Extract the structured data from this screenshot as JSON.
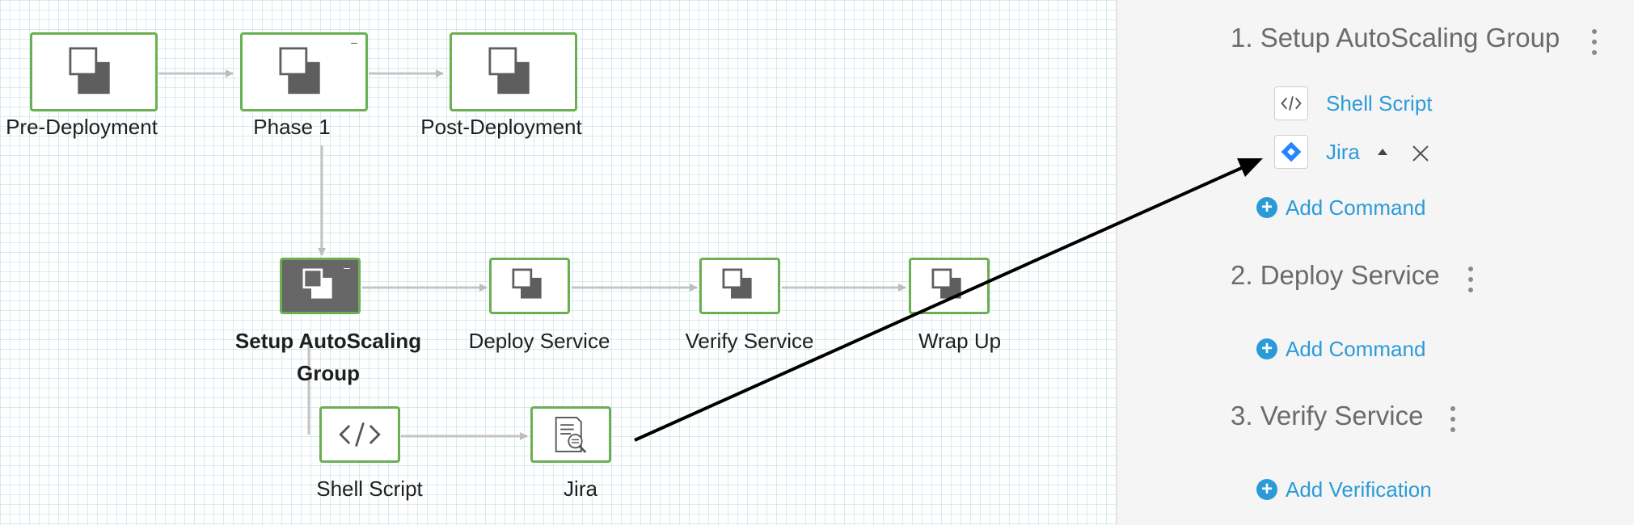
{
  "workflow": {
    "top_row": [
      {
        "label": "Pre-Deployment"
      },
      {
        "label": "Phase 1"
      },
      {
        "label": "Post-Deployment"
      }
    ],
    "steps_row": [
      {
        "label": "Setup AutoScaling Group"
      },
      {
        "label": "Deploy Service"
      },
      {
        "label": "Verify Service"
      },
      {
        "label": "Wrap Up"
      }
    ],
    "commands_row": [
      {
        "label": "Shell Script",
        "icon": "code-icon"
      },
      {
        "label": "Jira",
        "icon": "document-search-icon"
      }
    ],
    "collapse_glyph": "–"
  },
  "panel": {
    "sections": [
      {
        "title": "1. Setup AutoScaling Group",
        "commands": [
          {
            "label": "Shell Script",
            "icon": "code-icon"
          },
          {
            "label": "Jira",
            "icon": "jira-icon"
          }
        ],
        "add_label": "Add Command"
      },
      {
        "title": "2. Deploy Service",
        "commands": [],
        "add_label": "Add Command"
      },
      {
        "title": "3. Verify Service",
        "commands": [],
        "add_label": "Add Verification"
      }
    ],
    "plus_glyph": "+"
  },
  "colors": {
    "node_border": "#6aaf51",
    "selected_node": "#676767",
    "link": "#2b9bd7",
    "panel_bg": "#f5f5f6"
  }
}
